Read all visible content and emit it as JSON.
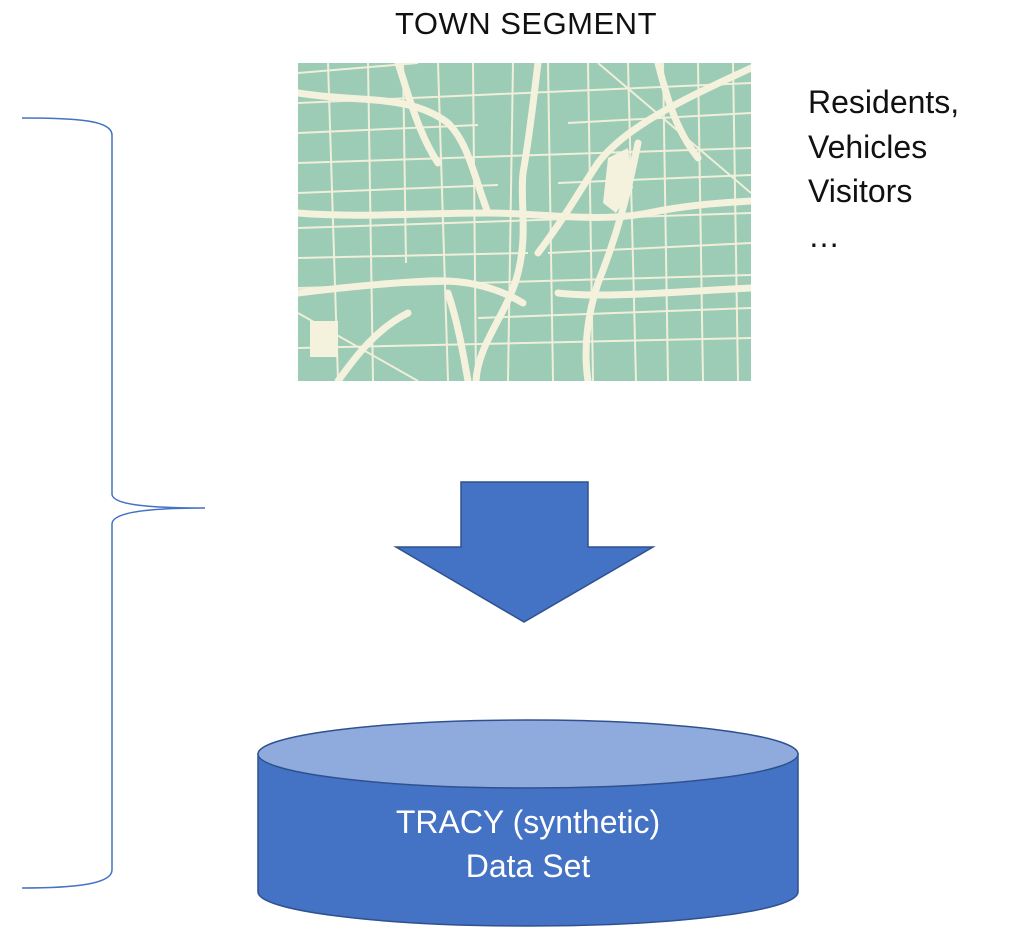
{
  "diagram": {
    "map_title": "TOWN SEGMENT",
    "entities": [
      "Residents,",
      "Vehicles",
      "Visitors",
      "…"
    ],
    "database": {
      "line1": "TRACY (synthetic)",
      "line2": "Data Set"
    },
    "colors": {
      "map_background": "#9ccbb6",
      "map_roads": "#f4f1dc",
      "arrow_fill": "#4472c4",
      "arrow_stroke": "#2f528f",
      "db_body": "#4472c4",
      "db_top": "#8faadc",
      "brace_line": "#4472c4"
    }
  }
}
